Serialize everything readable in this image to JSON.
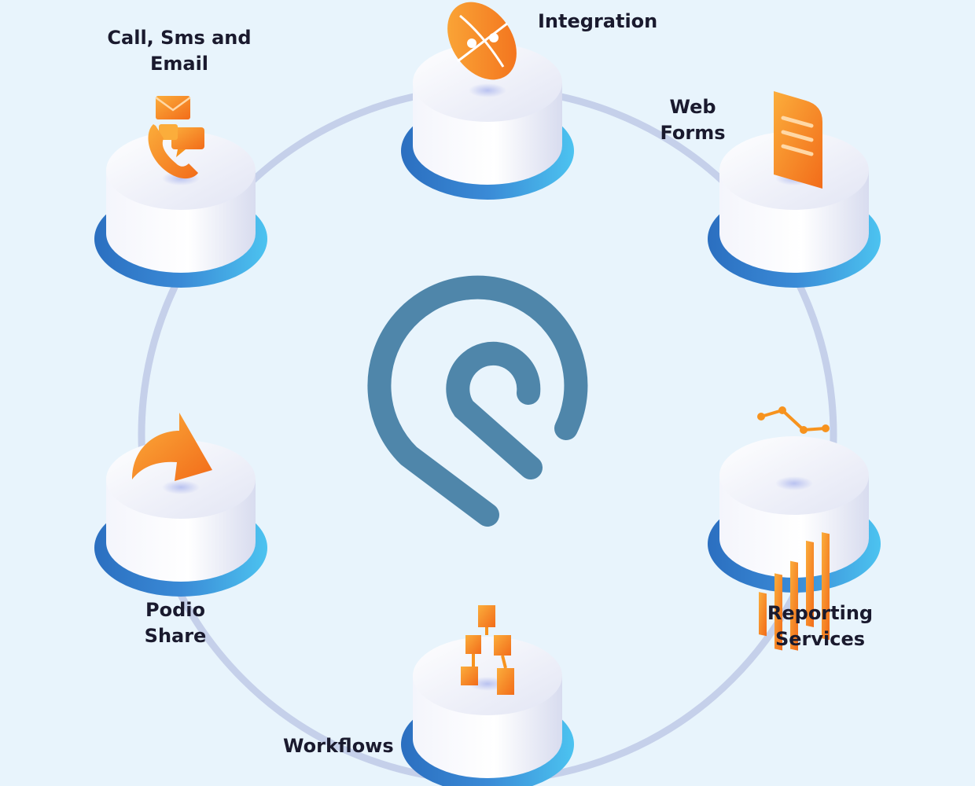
{
  "diagram": {
    "center_logo": "podio-logo",
    "colors": {
      "background": "#e8f4fc",
      "ring": "#c5d0ea",
      "logo": "#4f86aa",
      "icon_orange": "#f7931e",
      "base_blue": "#2f7dc8"
    },
    "nodes": [
      {
        "id": "integration",
        "icon": "puzzle-globe-icon",
        "label_lines": [
          "Integration"
        ]
      },
      {
        "id": "web-forms",
        "icon": "document-form-icon",
        "label_lines": [
          "Web",
          "Forms"
        ]
      },
      {
        "id": "reporting-services",
        "icon": "bar-chart-icon",
        "label_lines": [
          "Reporting",
          "Services"
        ]
      },
      {
        "id": "workflows",
        "icon": "flowchart-icon",
        "label_lines": [
          "Workflows"
        ]
      },
      {
        "id": "podio-share",
        "icon": "share-arrow-icon",
        "label_lines": [
          "Podio",
          "Share"
        ]
      },
      {
        "id": "call-sms-email",
        "icon": "phone-chat-mail-icon",
        "label_lines": [
          "Call, Sms and",
          "Email"
        ]
      }
    ]
  }
}
